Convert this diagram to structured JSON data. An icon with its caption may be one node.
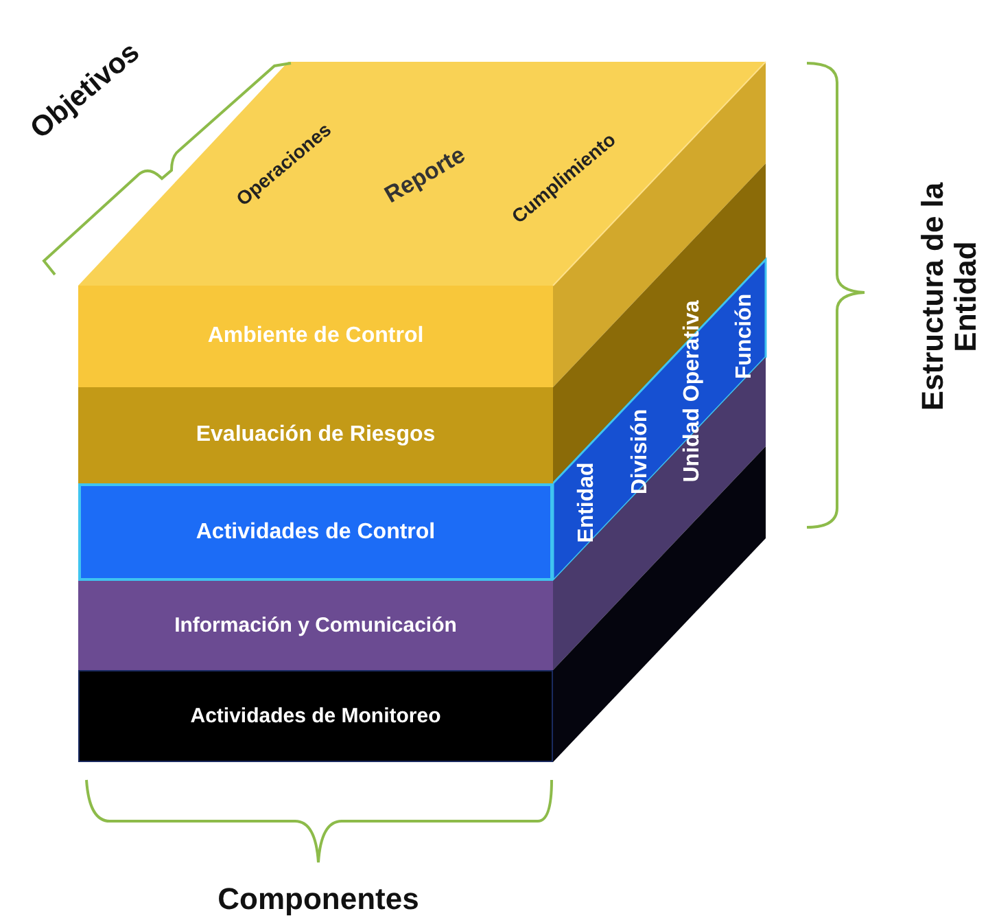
{
  "diagram": {
    "nodes": [
      {
        "text": [
          "Ambiente de Control"
        ]
      },
      {
        "text": [
          "Evaluación de Riesgos"
        ]
      },
      {
        "text": [
          "Actividades de Control"
        ]
      },
      {
        "text": [
          "Información y Comunicación"
        ]
      },
      {
        "text": [
          "Actividades de Monitoreo"
        ]
      }
    ],
    "labels": [
      "Objetivos",
      "Operaciones",
      "Reporte",
      "Cumplimiento",
      "Estructura de la Entidad",
      "Entidad",
      "División",
      "Unidad Operativa",
      "Función",
      "Componentes"
    ]
  }
}
